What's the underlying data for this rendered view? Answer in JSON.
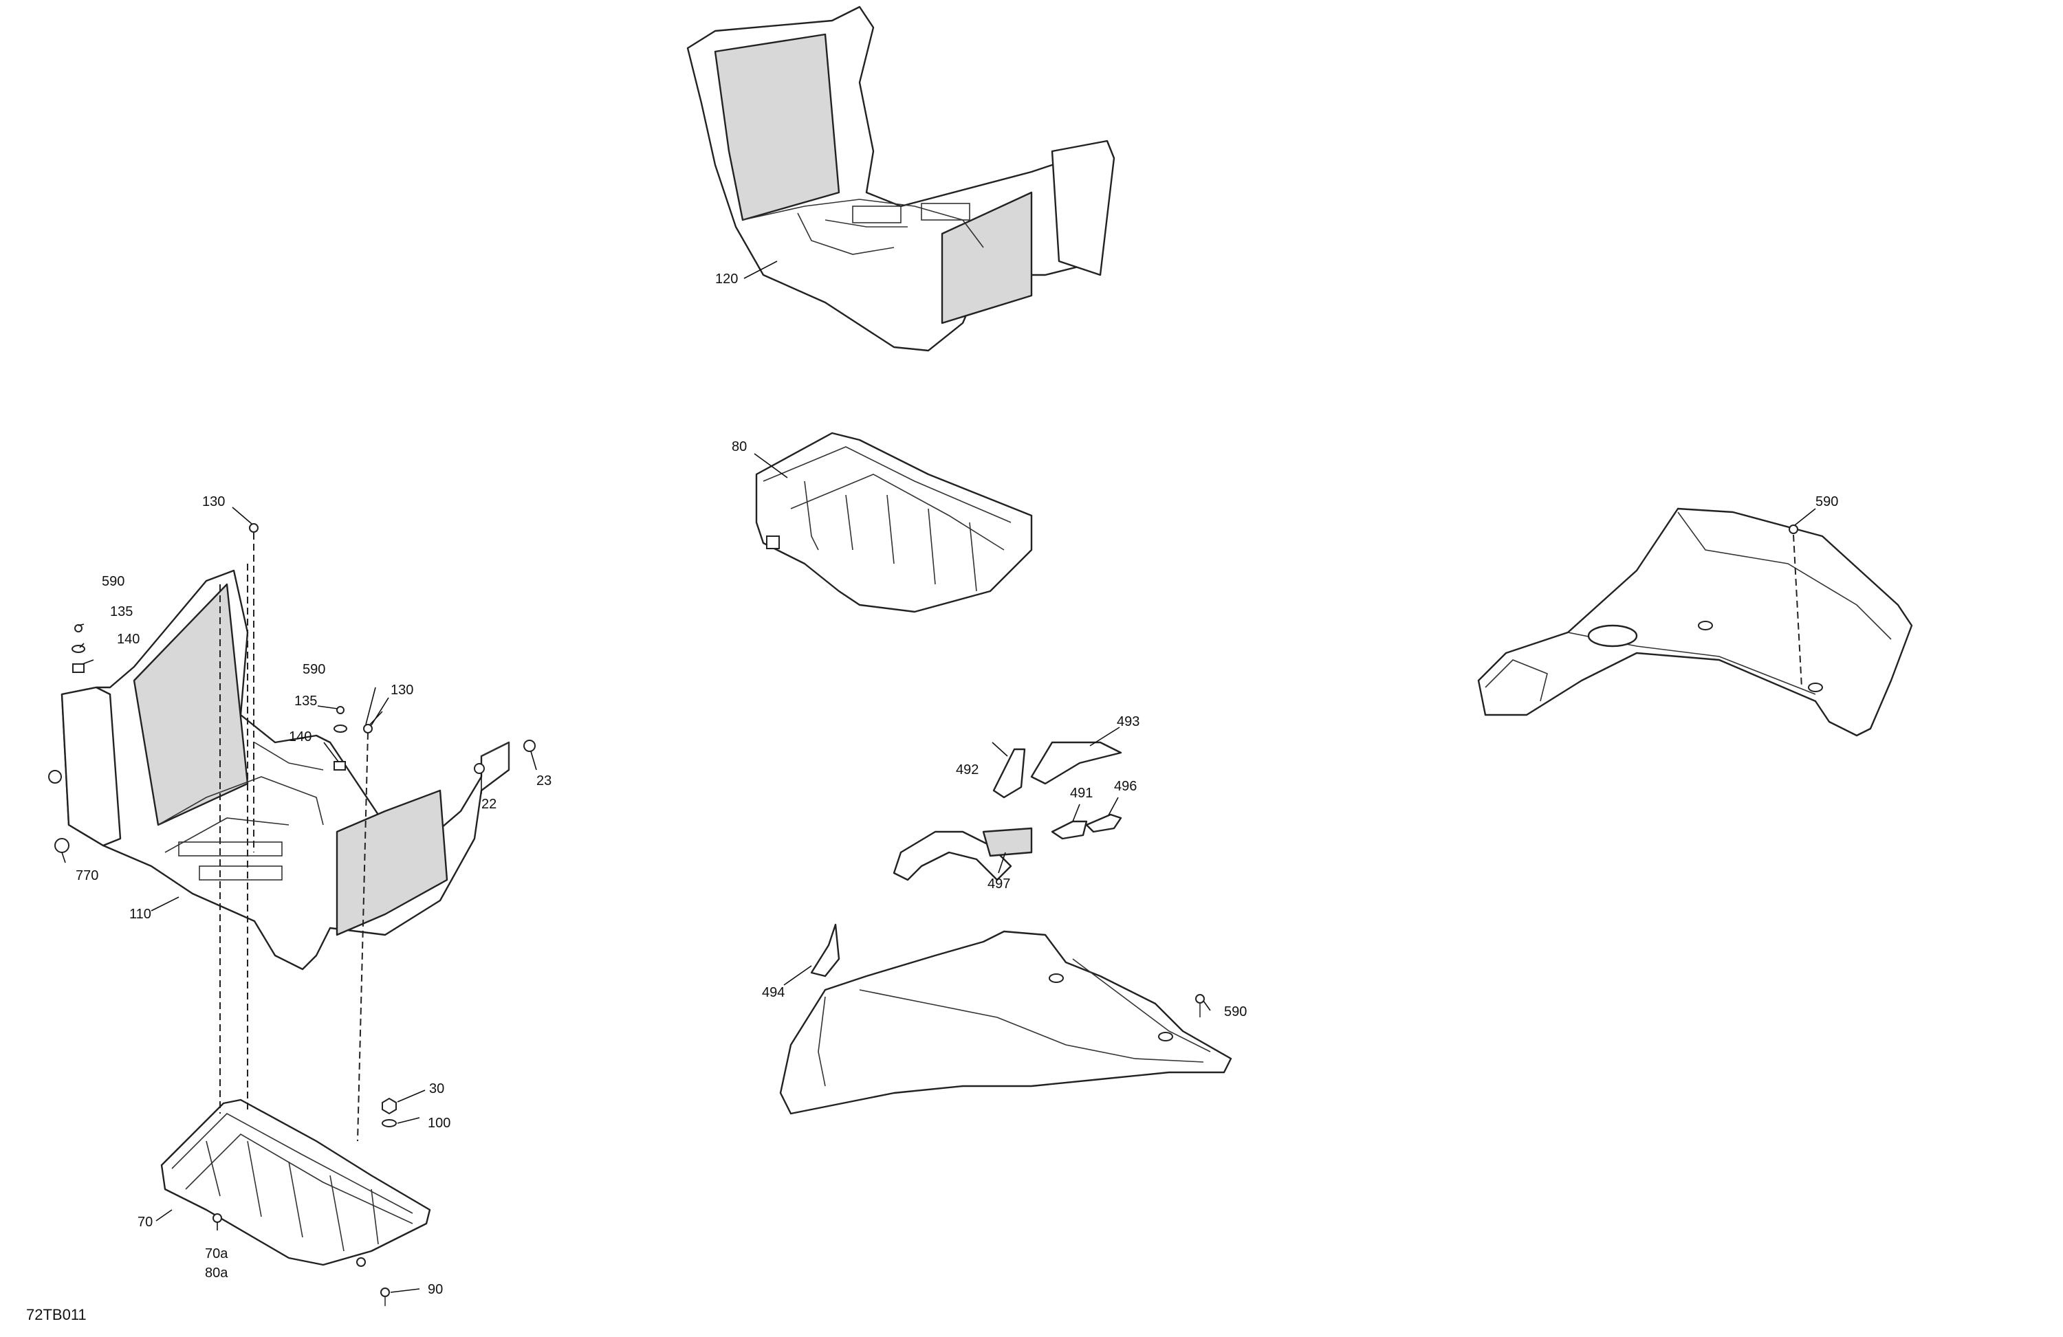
{
  "diagram_ref": "72TB011",
  "callouts": {
    "c120": "120",
    "c80": "80",
    "c590_right": "590",
    "c130_top": "130",
    "c590_left": "590",
    "c135_left": "135",
    "c140_left": "140",
    "c590_mid": "590",
    "c135_mid": "135",
    "c130_mid": "130",
    "c140_mid": "140",
    "c22": "22",
    "c23": "23",
    "c770": "770",
    "c110": "110",
    "c493": "493",
    "c492": "492",
    "c491": "491",
    "c496": "496",
    "c497": "497",
    "c494": "494",
    "c590_bottom": "590",
    "c30": "30",
    "c100": "100",
    "c70": "70",
    "c70a": "70a",
    "c80a": "80a",
    "c90": "90"
  }
}
